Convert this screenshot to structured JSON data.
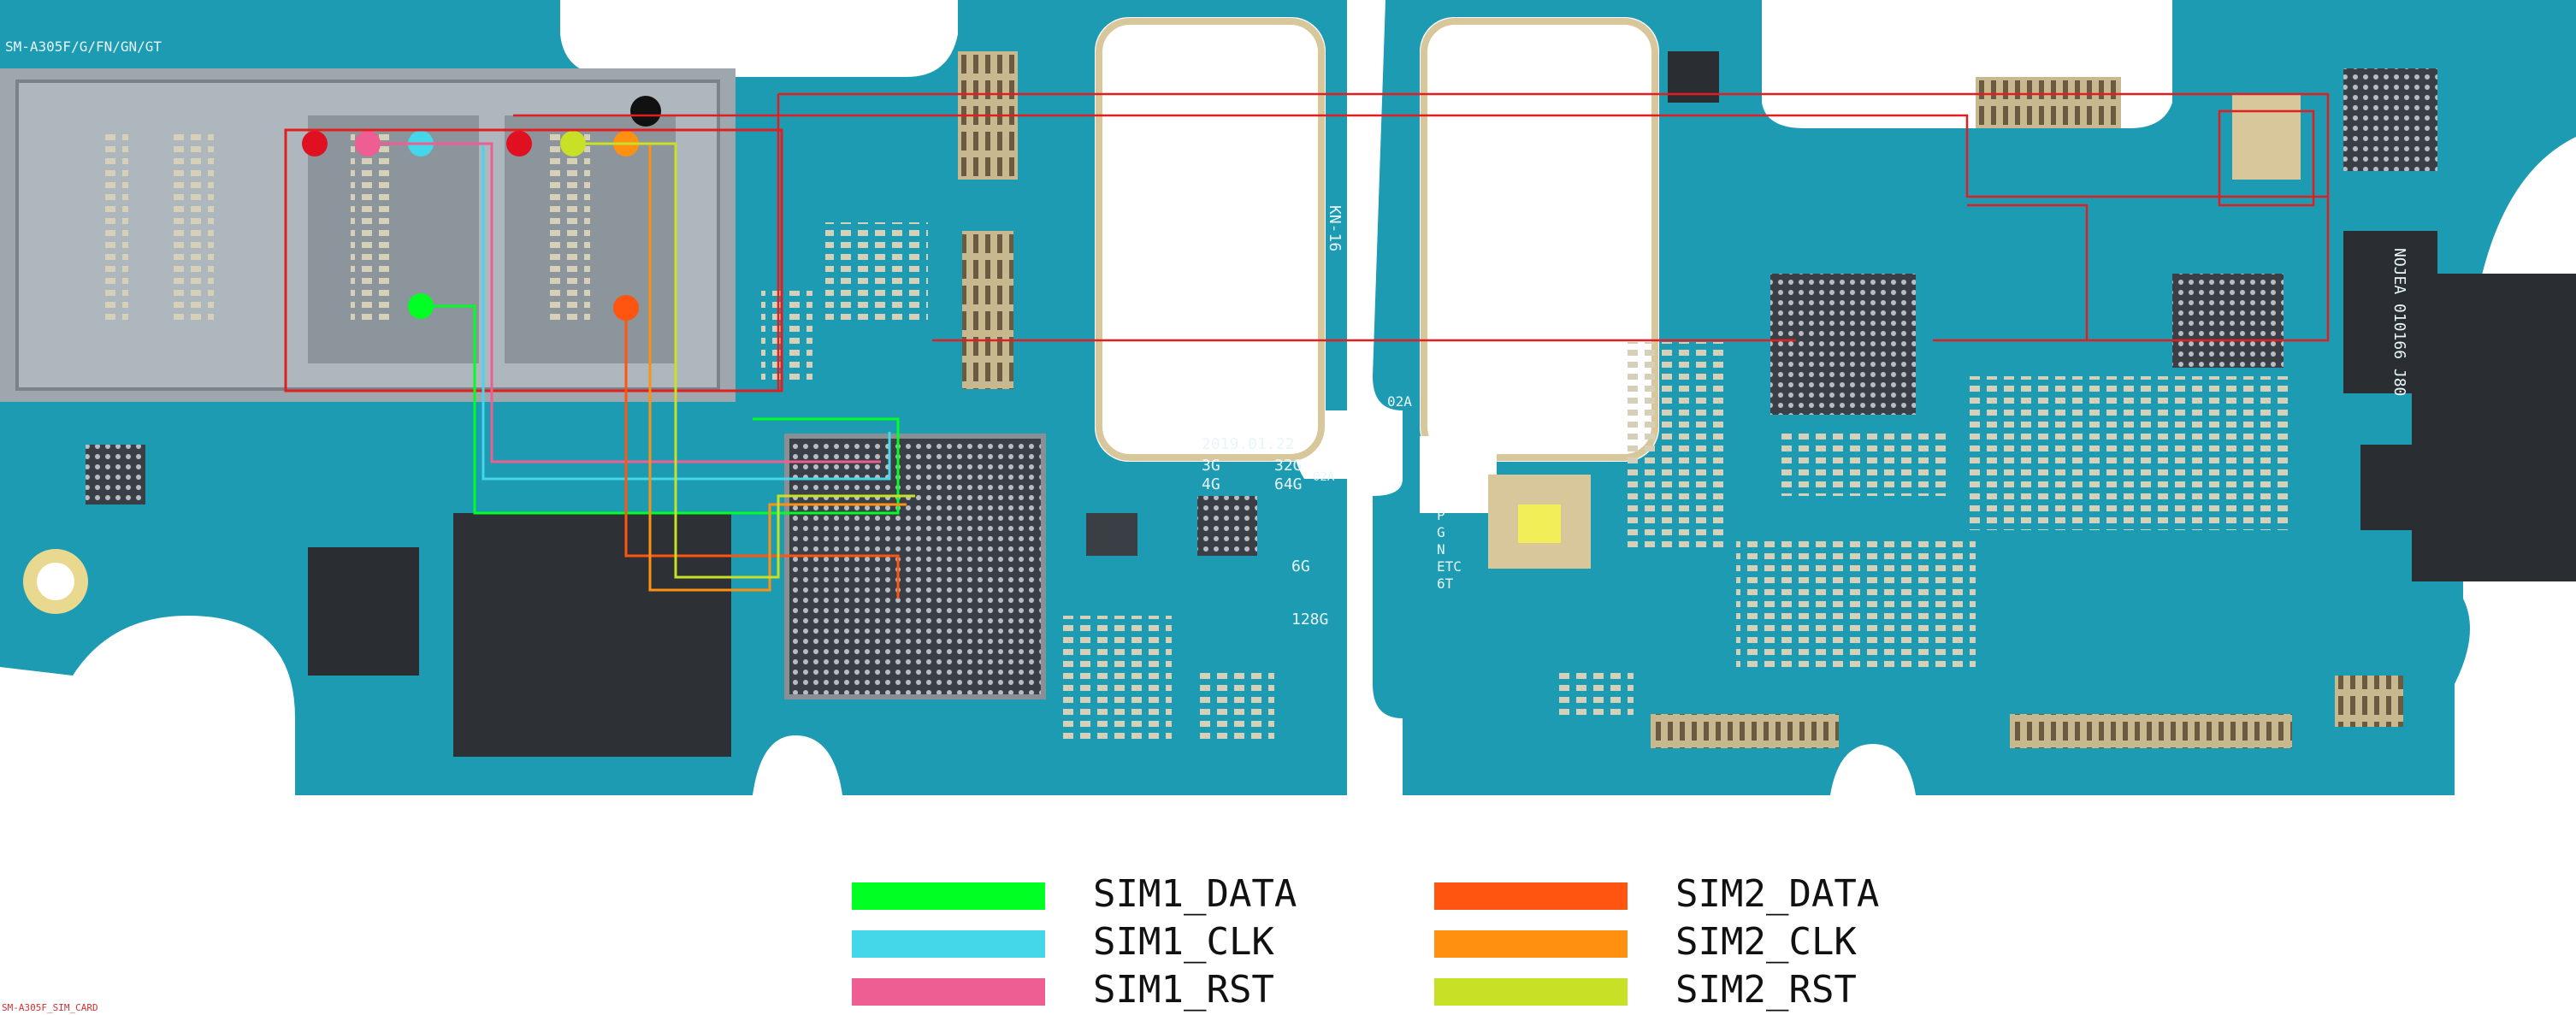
{
  "model_label": "SM-A305F/G/FN/GN/GT",
  "date_label": "2019.01.22",
  "memory_labels": [
    "3G",
    "4G",
    "32G",
    "64G",
    "02A"
  ],
  "variant_labels": [
    "6G",
    "128G"
  ],
  "misc_labels": [
    "02A",
    "P",
    "G",
    "N",
    "ETC",
    "6T"
  ],
  "chip_label": "NOJEA 010166 J80",
  "board_id_label": "KN-16",
  "legend": [
    {
      "label": "SIM1_DATA",
      "color": "#00ff22"
    },
    {
      "label": "SIM1_CLK",
      "color": "#44d7ea"
    },
    {
      "label": "SIM1_RST",
      "color": "#ee5e92"
    },
    {
      "label": "SIM2_DATA",
      "color": "#ff5510"
    },
    {
      "label": "SIM2_CLK",
      "color": "#ff9010"
    },
    {
      "label": "SIM2_RST",
      "color": "#c8e025"
    }
  ],
  "colors": {
    "pcb": "#1d9bb3",
    "pcb_dark": "#12788e",
    "highlight_box": "#e02020",
    "ic": "#2a2e33"
  },
  "fine_print": "SM-A305F_SIM_CARD"
}
